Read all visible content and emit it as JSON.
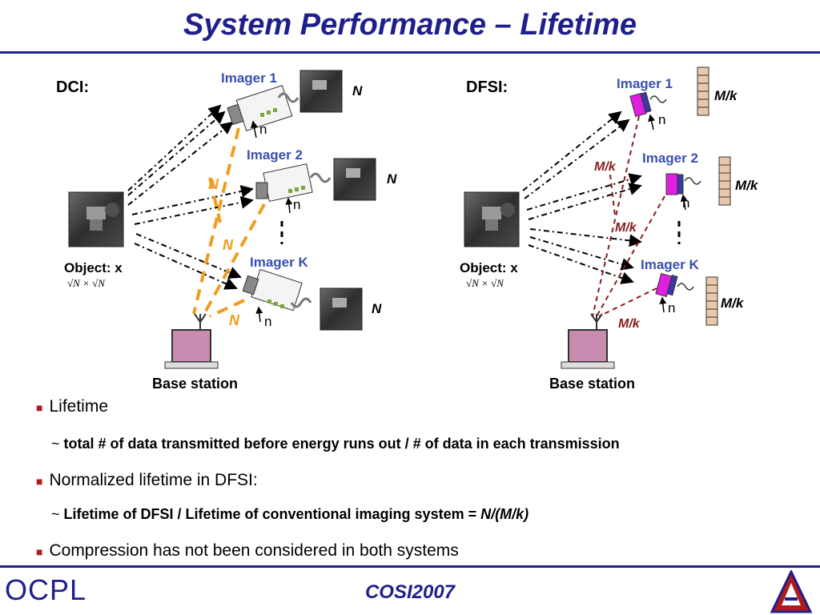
{
  "slide": {
    "title": "System Performance – Lifetime"
  },
  "dci": {
    "section_label": "DCI:",
    "imagers": [
      {
        "label": "Imager 1",
        "data_label": "N",
        "input_label": "n"
      },
      {
        "label": "Imager 2",
        "data_label": "N",
        "input_label": "n"
      },
      {
        "label": "Imager K",
        "data_label": "N",
        "input_label": "n"
      }
    ],
    "link_labels": [
      "N",
      "N",
      "N"
    ],
    "object_label": "Object: x",
    "object_size": "√N × √N",
    "base_station_label": "Base station"
  },
  "dfsi": {
    "section_label": "DFSI:",
    "imagers": [
      {
        "label": "Imager 1",
        "data_label": "M/k",
        "input_label": "n"
      },
      {
        "label": "Imager 2",
        "data_label": "M/k",
        "input_label": "n"
      },
      {
        "label": "Imager K",
        "data_label": "M/k",
        "input_label": "n"
      }
    ],
    "link_labels": [
      "M/k",
      "M/k",
      "M/k"
    ],
    "object_label": "Object: x",
    "object_size": "√N × √N",
    "base_station_label": "Base station"
  },
  "bullets": {
    "lifetime": {
      "label": "Lifetime",
      "detail_prefix": "~ ",
      "detail": "total # of data transmitted before energy runs out / # of data in each transmission"
    },
    "normalized": {
      "label": "Normalized lifetime in DFSI:",
      "detail_prefix": "~ ",
      "detail": "Lifetime of DFSI / Lifetime of conventional imaging system = ",
      "detail_formula": "N/(M/k)"
    },
    "compression": {
      "label": "Compression has not been considered in both systems"
    }
  },
  "footer": {
    "left_logo_text": "OCPL",
    "center_text": "COSI2007"
  },
  "colors": {
    "title_blue": "#1f1f8c",
    "imager_label_blue": "#3a4fb0",
    "dci_link_orange": "#f29c1e",
    "dfsi_link_maroon": "#8b1a1a",
    "sensor_magenta": "#e020e0",
    "base_station_pink": "#c98cb0",
    "logo_red": "#b01a1a"
  }
}
